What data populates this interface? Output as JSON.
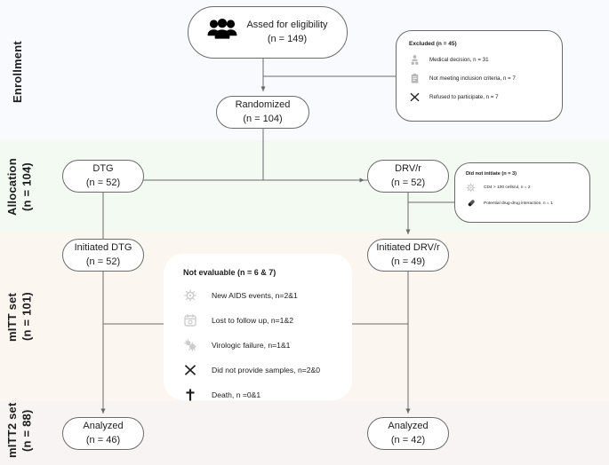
{
  "diagram": {
    "title": "CONSORT participant flow diagram",
    "colors": {
      "band_enrollment": "#f8fafd",
      "band_allocation": "#f2faf1",
      "band_mitt": "#fcf6f1",
      "band_mitt2": "#f8f4f4",
      "node_border": "#6b6b6b",
      "text": "#1d1d1f",
      "connector": "#6b6b6b"
    }
  },
  "stages": [
    {
      "label": "Enrollment"
    },
    {
      "label": "Allocation\n(n = 104)"
    },
    {
      "label": "mITT set\n(n = 101)"
    },
    {
      "label": "mITT2 set\n(n = 88)"
    }
  ],
  "nodes": {
    "assessed": {
      "line1": "Assed for eligibility",
      "line2": "(n = 149)",
      "icon": "people-group-icon"
    },
    "randomized": {
      "line1": "Randomized",
      "line2": "(n = 104)"
    },
    "dtg": {
      "line1": "DTG",
      "line2": "(n = 52)"
    },
    "drvr": {
      "line1": "DRV/r",
      "line2": "(n = 52)"
    },
    "initiated_dtg": {
      "line1": "Initiated DTG",
      "line2": "(n = 52)"
    },
    "initiated_drvr": {
      "line1": "Initiated DRV/r",
      "line2": "(n = 49)"
    },
    "analyzed_left": {
      "line1": "Analyzed",
      "line2": "(n = 46)"
    },
    "analyzed_right": {
      "line1": "Analyzed",
      "line2": "(n = 42)"
    }
  },
  "cards": {
    "excluded": {
      "title": "Excluded (n = 45)",
      "rows": [
        {
          "icon": "person-badge-icon",
          "label": "Medical decision, n = 31"
        },
        {
          "icon": "clipboard-icon",
          "label": "Not meeting inclusion criteria, n = 7"
        },
        {
          "icon": "x-cross-icon",
          "label": "Refused to participate, n = 7"
        }
      ]
    },
    "did_not_initiate": {
      "title": "Did not initiate (n = 3)",
      "rows": [
        {
          "icon": "cell-virus-icon",
          "label": "CD4 > 100 cells/ul, n = 2"
        },
        {
          "icon": "pill-icon",
          "label": "Potential drug-drug interaction, n = 1"
        }
      ]
    },
    "not_evaluable": {
      "title": "Not evaluable (n = 6 & 7)",
      "rows": [
        {
          "icon": "virus-icon",
          "label": "New AIDS events, n=2&1"
        },
        {
          "icon": "calendar-icon",
          "label": "Lost to follow up, n=1&2"
        },
        {
          "icon": "virus-cluster-icon",
          "label": "Virologic failure, n=1&1"
        },
        {
          "icon": "x-cross-icon",
          "label": "Did not provide samples, n=2&0"
        },
        {
          "icon": "cross-dagger-icon",
          "label": "Death, n =0&1"
        }
      ]
    }
  }
}
